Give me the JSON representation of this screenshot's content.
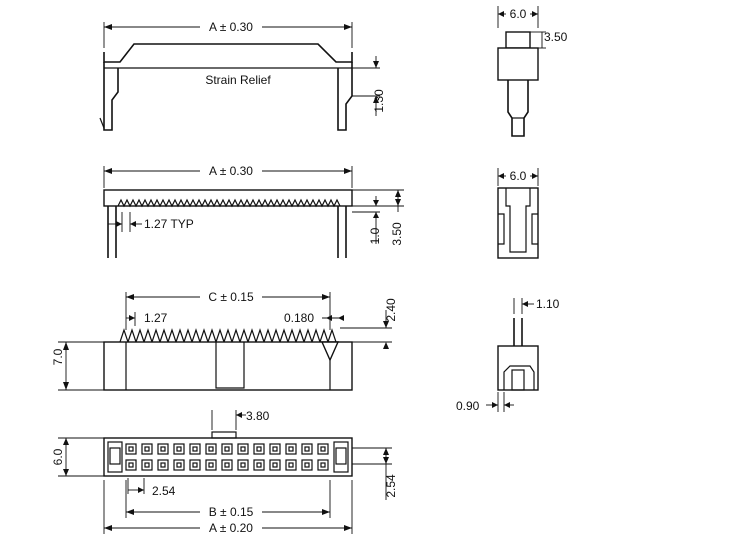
{
  "labels": {
    "top_a": "A ± 0.30",
    "strain_relief": "Strain Relief",
    "top_h": "1.30",
    "mid_a": "A ± 0.30",
    "pitch_typ": "1.27 TYP",
    "mid_h1": "1.0",
    "mid_h2": "3.50",
    "c_dim": "C ± 0.15",
    "pitch": "1.27",
    "tooth": "0.180",
    "tooth_h": "2.40",
    "body_h": "7.0",
    "key_w": "3.80",
    "bot_h": "6.0",
    "pitch_v": "2.54",
    "pitch_h": "2.54",
    "b_dim": "B ± 0.15",
    "bot_a": "A ± 0.20",
    "side1_w": "6.0",
    "side1_h": "3.50",
    "side2_w": "6.0",
    "side3_pin": "1.10",
    "side3_off": "0.90"
  }
}
